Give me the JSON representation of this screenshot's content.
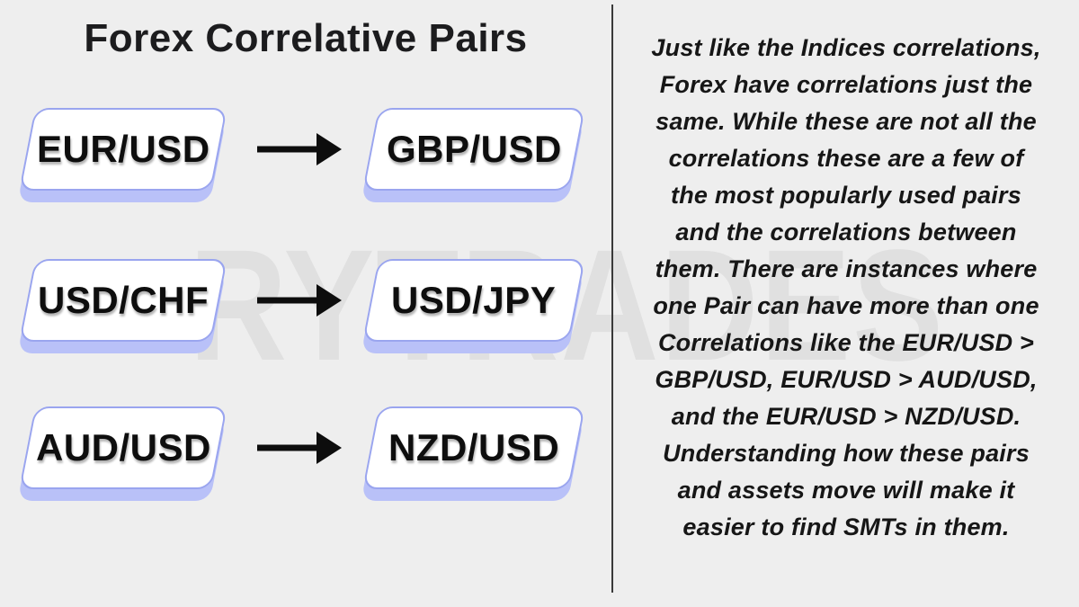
{
  "title": "Forex Correlative Pairs",
  "watermark": "RYTRADES",
  "rows": [
    {
      "from": "EUR/USD",
      "to": "GBP/USD"
    },
    {
      "from": "USD/CHF",
      "to": "USD/JPY"
    },
    {
      "from": "AUD/USD",
      "to": "NZD/USD"
    }
  ],
  "description": {
    "lines": [
      "Just like the Indices correlations,",
      "Forex have correlations just the",
      "same. While these are not all the",
      "correlations these are a few of",
      "the most popularly used pairs",
      "and the correlations between",
      "them. There are instances where",
      "one Pair can have more than one",
      "Correlations like the EUR/USD >",
      "GBP/USD, EUR/USD > AUD/USD,",
      "and the EUR/USD > NZD/USD.",
      "Understanding how these pairs",
      "and assets move will make it",
      "easier to find SMTs in them."
    ]
  },
  "colors": {
    "background": "#eeeeee",
    "watermark": "#e0e0e0",
    "box_fill": "#ffffff",
    "box_border": "#9aa5ef",
    "box_shadow": "#b9c1f8",
    "text": "#1a1a1a",
    "arrow": "#0d0d0d",
    "divider": "#3a3a3a"
  }
}
